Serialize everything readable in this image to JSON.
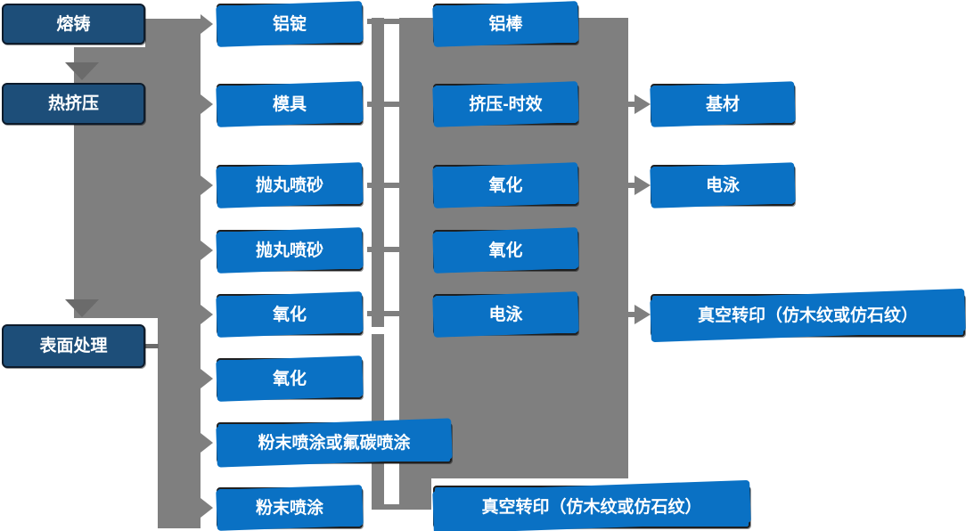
{
  "nodes": {
    "melt_casting": "熔铸",
    "hot_extrusion": "热挤压",
    "surface_treatment": "表面处理",
    "al_ingot": "铝锭",
    "mold": "模具",
    "shot_blasting_1": "抛丸喷砂",
    "shot_blasting_2": "抛丸喷砂",
    "oxidation_a": "氧化",
    "oxidation_b": "氧化",
    "powder_or_fluorocarbon": "粉末喷涂或氟碳喷涂",
    "powder_coating": "粉末喷涂",
    "al_rod": "铝棒",
    "extrusion_aging": "挤压-时效",
    "oxidation_c": "氧化",
    "oxidation_d": "氧化",
    "electrophoresis_a": "电泳",
    "vacuum_transfer_a": "真空转印（仿木纹或仿石纹）",
    "base_material": "基材",
    "electrophoresis_b": "电泳",
    "vacuum_transfer_b": "真空转印（仿木纹或仿石纹）"
  },
  "colors": {
    "node_blue": "#0a71c4",
    "node_navy": "#1d4e79",
    "connector_gray": "#7f7f7f",
    "arrow_dark_gray": "#6b6b6b",
    "node_border": "#1f1f1f",
    "text": "#ffffff",
    "background": "#ffffff"
  }
}
